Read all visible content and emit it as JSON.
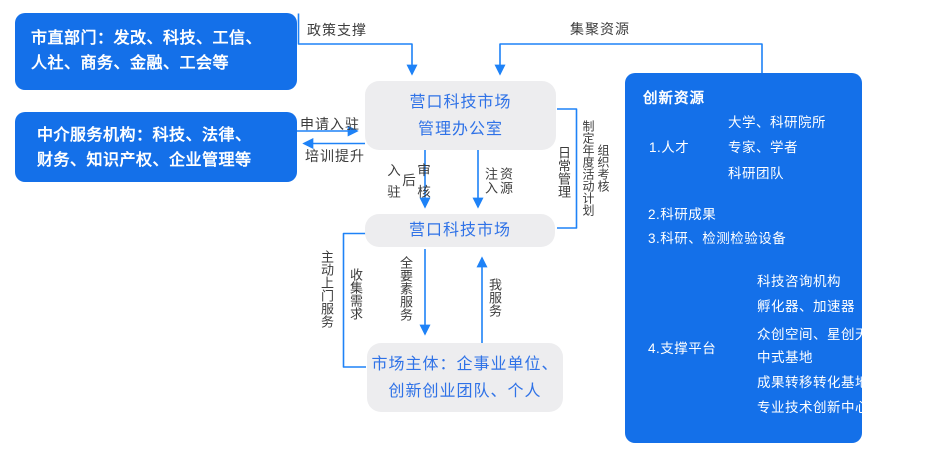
{
  "boxes": {
    "gov": {
      "line1": "市直部门：发改、科技、工信、",
      "line2": "人社、商务、金融、工会等"
    },
    "agency": {
      "line1": "中介服务机构：科技、法律、",
      "line2": "财务、知识产权、企业管理等"
    },
    "office": {
      "line1": "营口科技市场",
      "line2": "管理办公室"
    },
    "market": {
      "label": "营口科技市场"
    },
    "entities": {
      "line1": "市场主体：企事业单位、",
      "line2": "创新创业团队、个人"
    }
  },
  "edges": {
    "policy": "政策支撑",
    "gather": "集聚资源",
    "apply": "申请入驻",
    "training": "培训提升",
    "approve_lines": [
      "审核后",
      "入驻"
    ],
    "inject_lines": [
      "资源",
      "注入"
    ],
    "daily": "日常管理",
    "annual_plan": "制定年度活动计划",
    "assessment": "组织考核",
    "door_service": "主动上门服务",
    "collect": "收集需求",
    "full_service": "全要素服务",
    "me_service": "我服务"
  },
  "panel": {
    "title": "创新资源",
    "talent": {
      "label": "1.人才",
      "items": [
        "大学、科研院所",
        "专家、学者",
        "科研团队"
      ]
    },
    "achievements": "2.科研成果",
    "equipment": "3.科研、检测检验设备",
    "platform": {
      "label": "4.支撑平台",
      "items": [
        "科技咨询机构",
        "孵化器、加速器",
        "众创空间、星创天地",
        "中式基地",
        "成果转移转化基地",
        "专业技术创新中心"
      ]
    }
  },
  "colors": {
    "primary_blue": "#1470E9",
    "connector_blue": "#1E82F7",
    "box_gray": "#EDEDEF",
    "box_text_blue": "#2F72E7",
    "label_ink": "#3C3C3C"
  }
}
